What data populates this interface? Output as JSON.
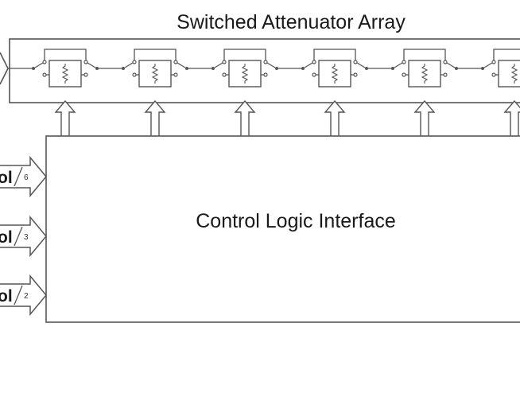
{
  "diagram": {
    "title": "Switched Attenuator Array",
    "control_block_label": "Control Logic Interface",
    "attenuator_stage_count": 6,
    "inputs": [
      {
        "pin_label": "ol",
        "bus_width": "6"
      },
      {
        "pin_label": "ol",
        "bus_width": "3"
      },
      {
        "pin_label": "ol",
        "bus_width": "2"
      }
    ],
    "colors": {
      "line": "#555555",
      "text": "#1a1a1a",
      "background": "#ffffff"
    }
  }
}
